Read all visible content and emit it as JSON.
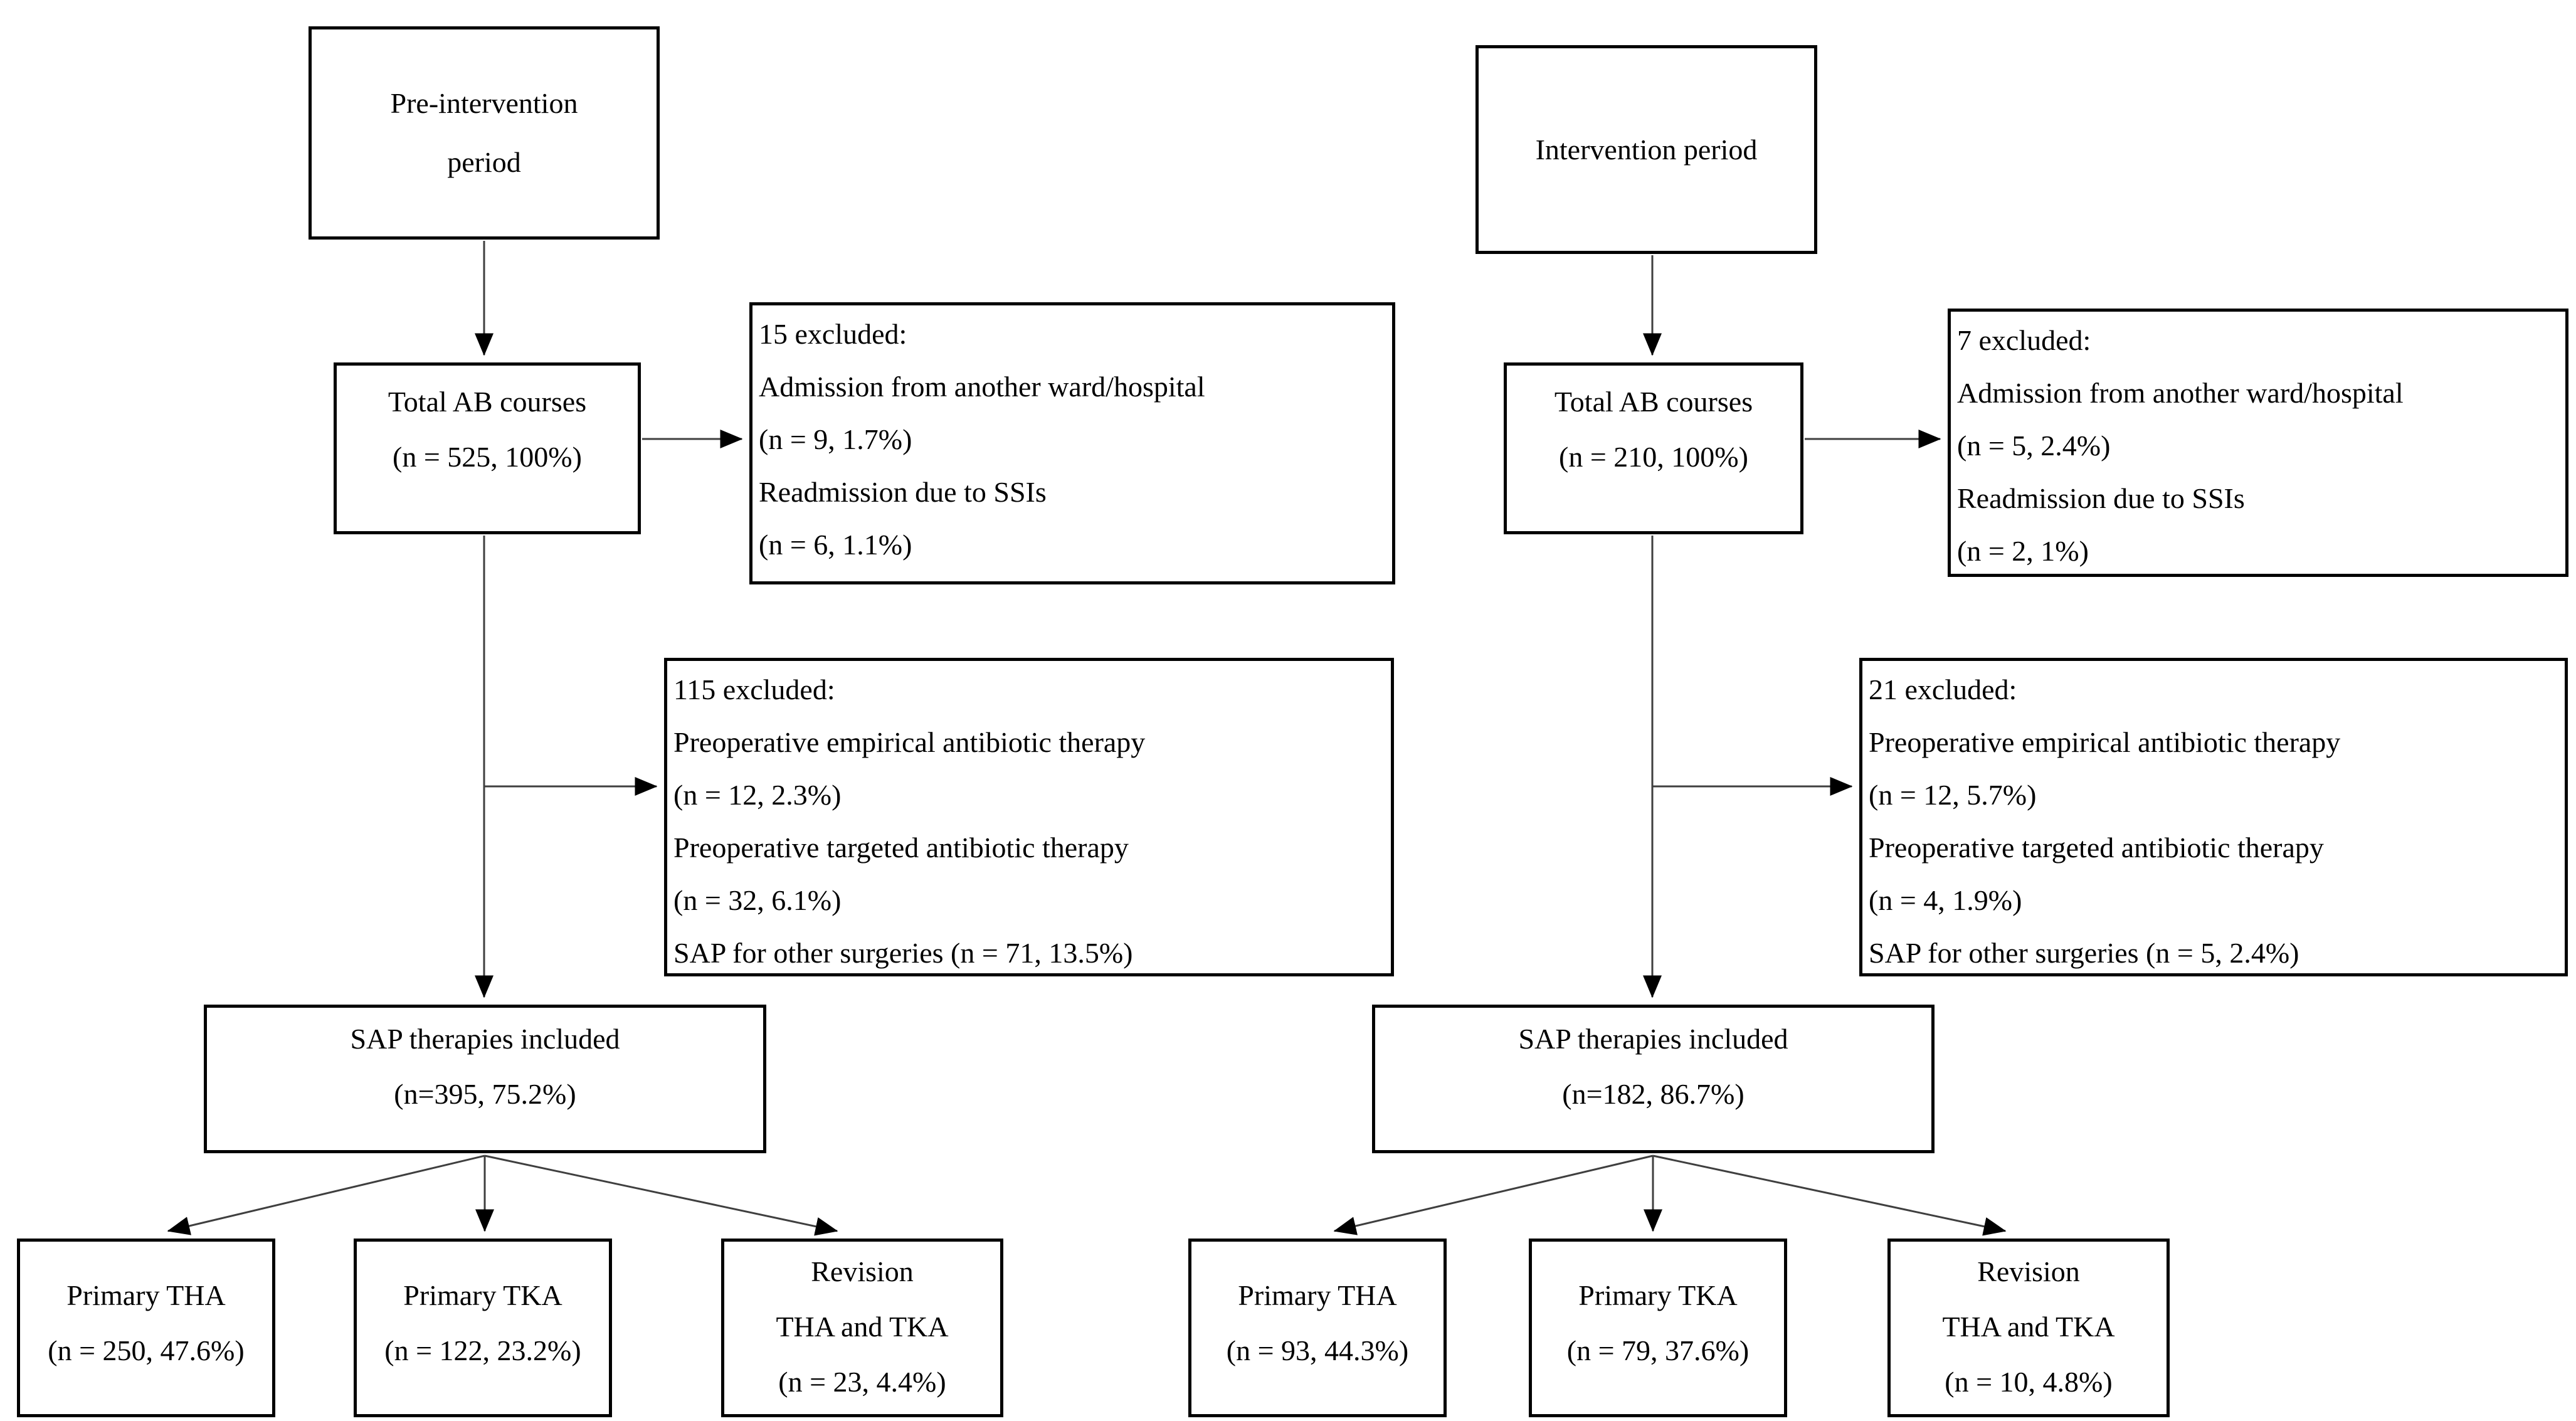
{
  "diagram": {
    "left": {
      "period": {
        "lines": [
          "Pre-intervention",
          "period"
        ]
      },
      "total": {
        "lines": [
          "Total AB courses",
          "(n = 525, 100%)"
        ]
      },
      "excluded_top": {
        "lines": [
          "15 excluded:",
          "Admission from another ward/hospital",
          "(n = 9, 1.7%)",
          "Readmission due to SSIs",
          "(n = 6, 1.1%)"
        ]
      },
      "excluded_mid": {
        "lines": [
          "115 excluded:",
          "Preoperative empirical antibiotic therapy",
          "(n = 12, 2.3%)",
          "Preoperative targeted antibiotic therapy",
          "(n = 32, 6.1%)",
          "SAP for other surgeries (n = 71, 13.5%)"
        ]
      },
      "sap": {
        "lines": [
          "SAP therapies included",
          "(n=395, 75.2%)"
        ]
      },
      "primary_tha": {
        "lines": [
          "Primary THA",
          "(n = 250, 47.6%)"
        ]
      },
      "primary_tka": {
        "lines": [
          "Primary TKA",
          "(n = 122, 23.2%)"
        ]
      },
      "revision": {
        "lines": [
          "Revision",
          "THA and TKA",
          "(n = 23, 4.4%)"
        ]
      }
    },
    "right": {
      "period": {
        "lines": [
          "Intervention period"
        ]
      },
      "total": {
        "lines": [
          "Total AB courses",
          "(n = 210, 100%)"
        ]
      },
      "excluded_top": {
        "lines": [
          "7 excluded:",
          "Admission from another ward/hospital",
          "(n = 5, 2.4%)",
          "Readmission due to SSIs",
          "(n = 2, 1%)"
        ]
      },
      "excluded_mid": {
        "lines": [
          "21 excluded:",
          "Preoperative empirical antibiotic therapy",
          "(n = 12, 5.7%)",
          "Preoperative targeted antibiotic therapy",
          "(n = 4, 1.9%)",
          "SAP for other surgeries (n = 5, 2.4%)"
        ]
      },
      "sap": {
        "lines": [
          "SAP therapies included",
          "(n=182, 86.7%)"
        ]
      },
      "primary_tha": {
        "lines": [
          "Primary THA",
          "(n = 93, 44.3%)"
        ]
      },
      "primary_tka": {
        "lines": [
          "Primary TKA",
          "(n = 79, 37.6%)"
        ]
      },
      "revision": {
        "lines": [
          "Revision",
          "THA and TKA",
          "(n = 10, 4.8%)"
        ]
      }
    }
  }
}
